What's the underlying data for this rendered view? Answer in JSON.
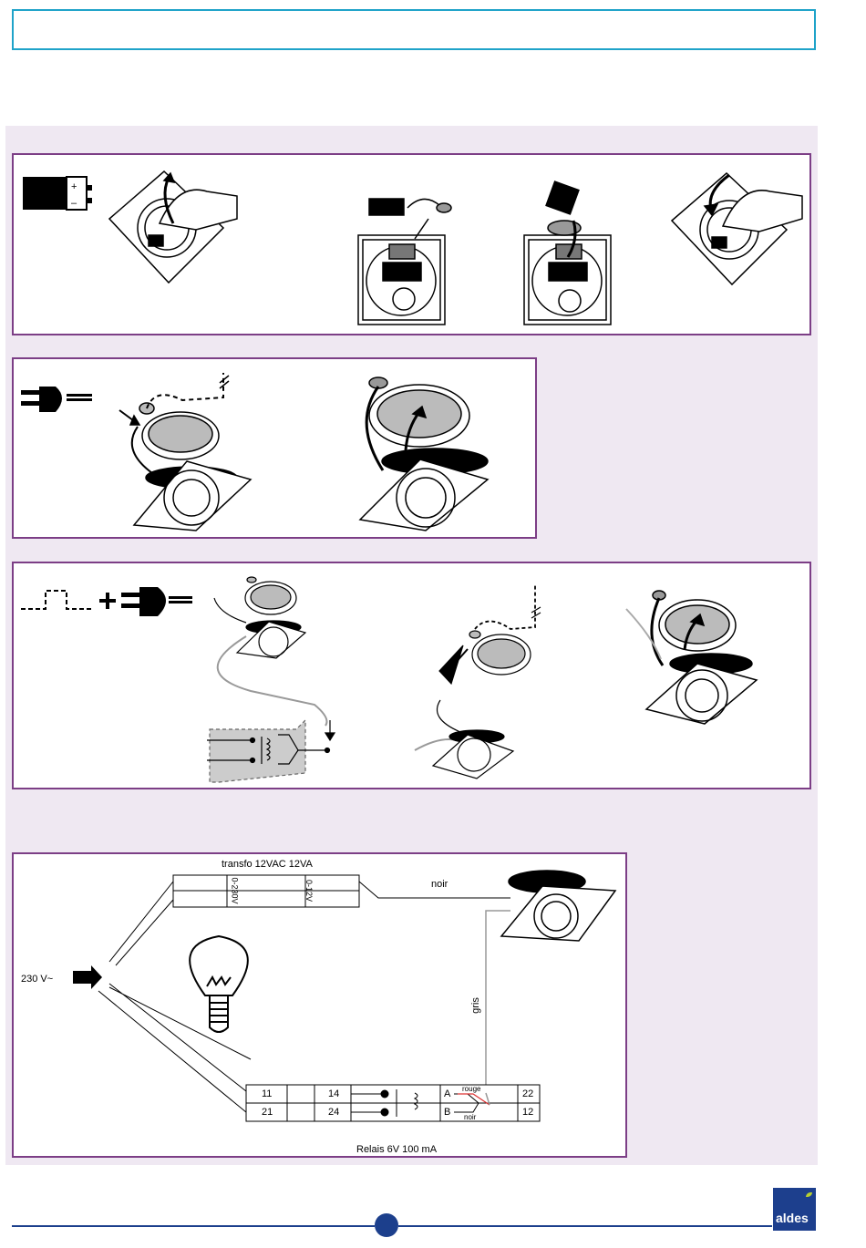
{
  "wiring": {
    "transformer_label": "transfo 12VAC 12VA",
    "transformer_in": "0-230V",
    "transformer_out": "0-12V",
    "wire_black": "noir",
    "wire_grey": "gris",
    "supply": "230 V~",
    "relay_label": "Relais 6V 100 mA",
    "relay_row1": [
      "11",
      "14",
      "A",
      "22"
    ],
    "relay_row2": [
      "21",
      "24",
      "B",
      "12"
    ],
    "wire_red": "rouge",
    "wire_black_small": "noir"
  },
  "logo": {
    "text": "aldes"
  },
  "colors": {
    "frame": "#7c3e86",
    "background": "#efe8f2",
    "accent": "#1fa3c9",
    "brand": "#1d3f8d"
  }
}
